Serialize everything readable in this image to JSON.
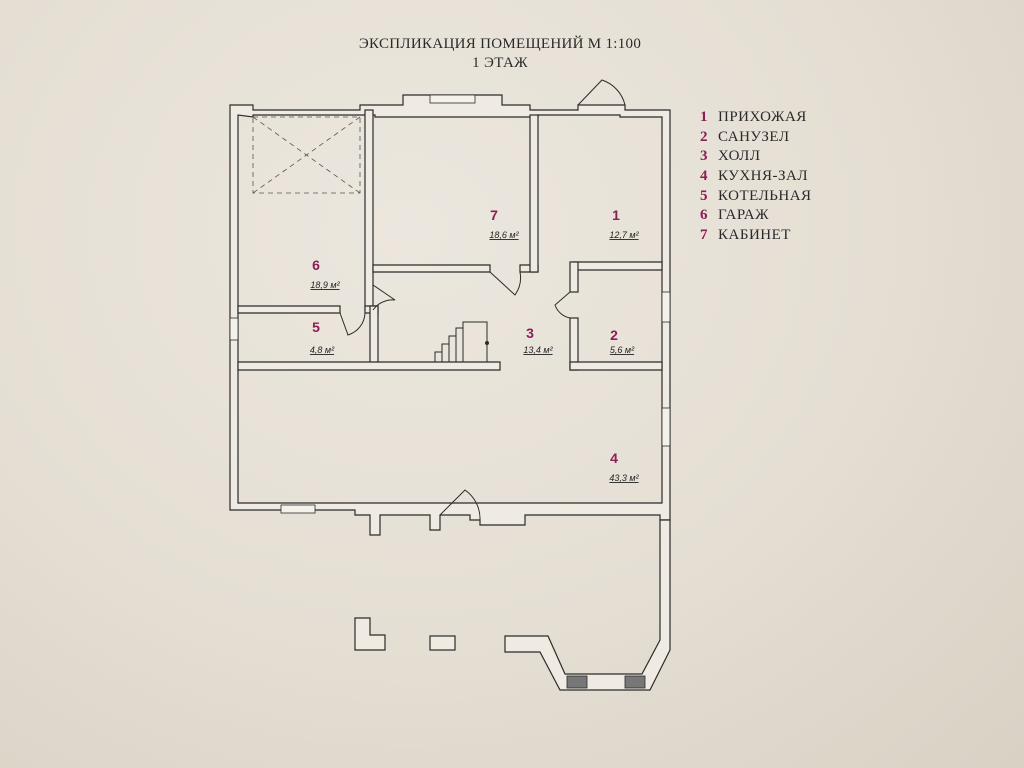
{
  "header": {
    "title": "ЭКСПЛИКАЦИЯ ПОМЕЩЕНИЙ М 1:100",
    "subtitle": "1 ЭТАЖ"
  },
  "legend": [
    {
      "num": "1",
      "name": "ПРИХОЖАЯ"
    },
    {
      "num": "2",
      "name": "САНУЗЕЛ"
    },
    {
      "num": "3",
      "name": "ХОЛЛ"
    },
    {
      "num": "4",
      "name": "КУХНЯ-ЗАЛ"
    },
    {
      "num": "5",
      "name": "КОТЕЛЬНАЯ"
    },
    {
      "num": "6",
      "name": "ГАРАЖ"
    },
    {
      "num": "7",
      "name": "КАБИНЕТ"
    }
  ],
  "rooms": [
    {
      "num": "1",
      "area": "12,7 м²"
    },
    {
      "num": "2",
      "area": "5,6 м²"
    },
    {
      "num": "3",
      "area": "13,4 м²"
    },
    {
      "num": "4",
      "area": "43,3 м²"
    },
    {
      "num": "5",
      "area": "4,8 м²"
    },
    {
      "num": "6",
      "area": "18,9 м²"
    },
    {
      "num": "7",
      "area": "18,6 м²"
    }
  ],
  "colors": {
    "room_number": "#8a1f55",
    "wall_line": "#2b2b2b",
    "paper": "#e6e0d6"
  }
}
